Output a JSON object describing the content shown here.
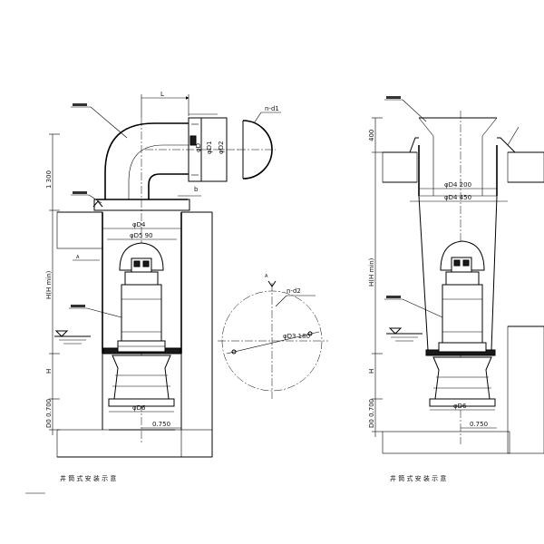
{
  "left_view": {
    "dims": {
      "L": "L",
      "phi_D": "φD",
      "phi_D1": "φD1",
      "phi_D2": "φD2",
      "b": "b",
      "phi_D4": "φD4",
      "phi_D5_90": "φD5 90",
      "phi_D6": "φD6",
      "d_0750": "0.750",
      "vert_1_300": "1 300",
      "vert_hmin": "H(H min)",
      "vert_h": "H",
      "vert_d0": "D0 0.700",
      "A": "A"
    },
    "caption": "井 筒 式 安 装 示 意"
  },
  "right_view": {
    "dims": {
      "phi_D4_200": "φD4 200",
      "phi_D4_450": "φD4 450",
      "phi_D6": "φD6",
      "d_0750": "0.750",
      "vert_400": "400",
      "vert_hmin": "H(H min)",
      "vert_h": "H",
      "vert_d0": "D0 0.700"
    },
    "caption": "井 筒 式 安 装 示 意"
  },
  "flange_view": {
    "dims": {
      "n_d1": "n-d1"
    }
  },
  "base_plan_view": {
    "dims": {
      "n_d2": "n-d2",
      "phi_d3_180": "φD3 180",
      "A": "A"
    }
  }
}
